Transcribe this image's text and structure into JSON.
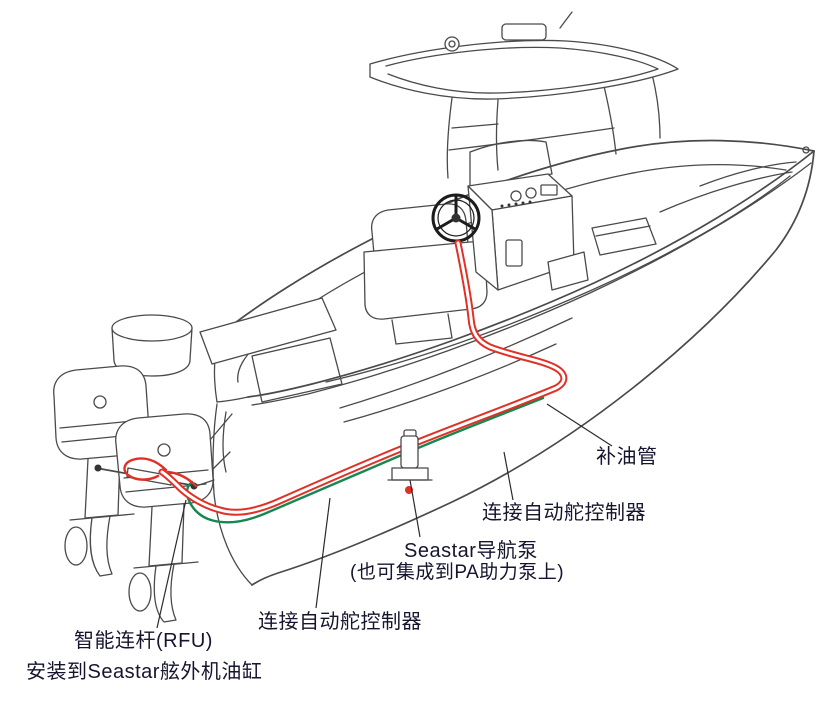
{
  "diagram": {
    "labels": {
      "fill_tube": "补油管",
      "autopilot_upper": "连接自动舵控制器",
      "pump_name": "Seastar导航泵",
      "pump_note": "(也可集成到PA助力泵上)",
      "autopilot_lower": "连接自动舵控制器",
      "smart_link": "智能连杆(RFU)",
      "install_note": "安装到Seastar舷外机油缸"
    },
    "colors": {
      "outline": "#4a4a4a",
      "tube_red": "#e03127",
      "tube_green": "#17874f",
      "tube_purple": "#8a5bb0",
      "label_text": "#15152e"
    }
  }
}
